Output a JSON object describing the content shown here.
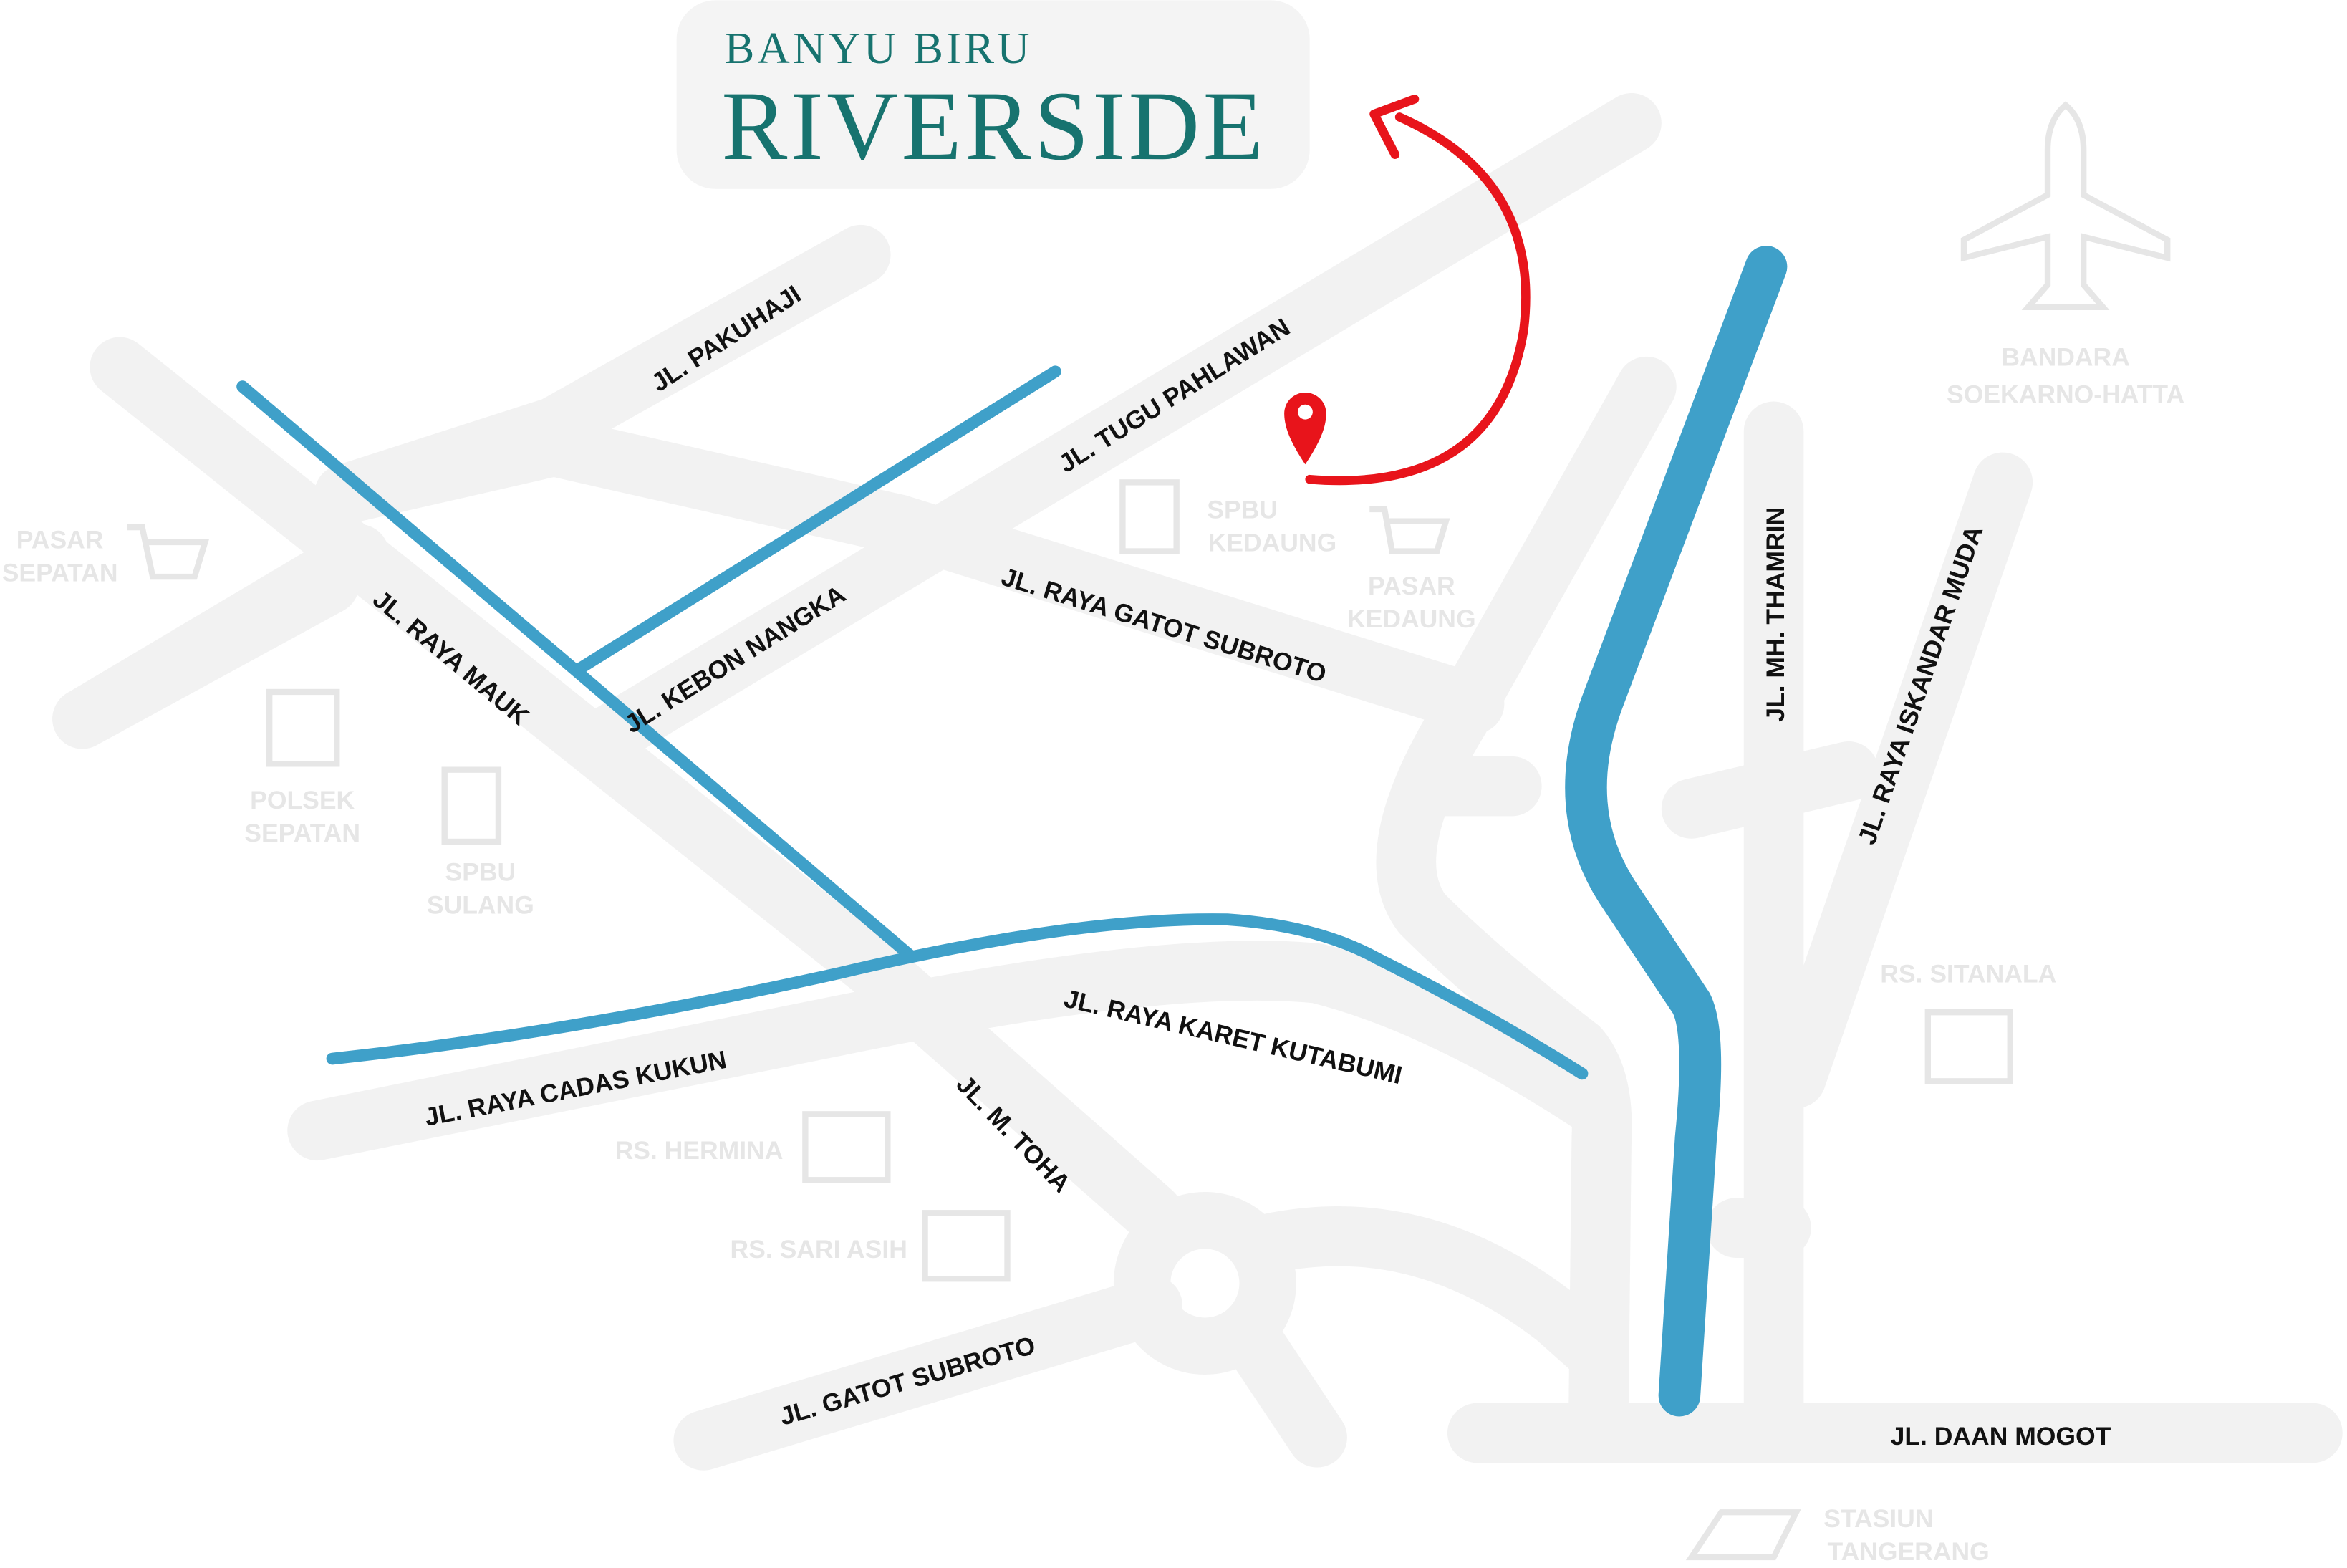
{
  "logo": {
    "line1": "BANYU BIRU",
    "line2": "RIVERSIDE"
  },
  "colors": {
    "road": "#f2f2f2",
    "river": "#3fa0c9",
    "brand": "#17736f",
    "marker": "#e8141b"
  },
  "roads": {
    "pakuhaji": "JL. PAKUHAJI",
    "tugu_pahlawan": "JL. TUGU PAHLAWAN",
    "raya_mauk": "JL. RAYA MAUK",
    "kebon_nangka": "JL. KEBON NANGKA",
    "raya_gatot_subroto": "JL. RAYA GATOT SUBROTO",
    "mh_thamrin": "JL. MH. THAMRIN",
    "raya_iskandar_muda": "JL. RAYA ISKANDAR MUDA",
    "raya_karet_kutabumi": "JL. RAYA KARET KUTABUMI",
    "raya_cadas_kukun": "JL. RAYA CADAS KUKUN",
    "m_toha": "JL. M. TOHA",
    "gatot_subroto": "JL. GATOT SUBROTO",
    "daan_mogot": "JL. DAAN MOGOT"
  },
  "landmarks": {
    "pasar_sepatan": [
      "PASAR",
      "SEPATAN"
    ],
    "polsek_sepatan": [
      "POLSEK",
      "SEPATAN"
    ],
    "spbu_sulang": [
      "SPBU",
      "SULANG"
    ],
    "spbu_kedaung": [
      "SPBU",
      "KEDAUNG"
    ],
    "pasar_kedaung": [
      "PASAR",
      "KEDAUNG"
    ],
    "bandara": [
      "BANDARA",
      "SOEKARNO-HATTA"
    ],
    "rs_sitanala": "RS. SITANALA",
    "rs_hermina": "RS. HERMINA",
    "rs_sari_asih": "RS. SARI ASIH",
    "stasiun": [
      "STASIUN",
      "TANGERANG"
    ]
  }
}
